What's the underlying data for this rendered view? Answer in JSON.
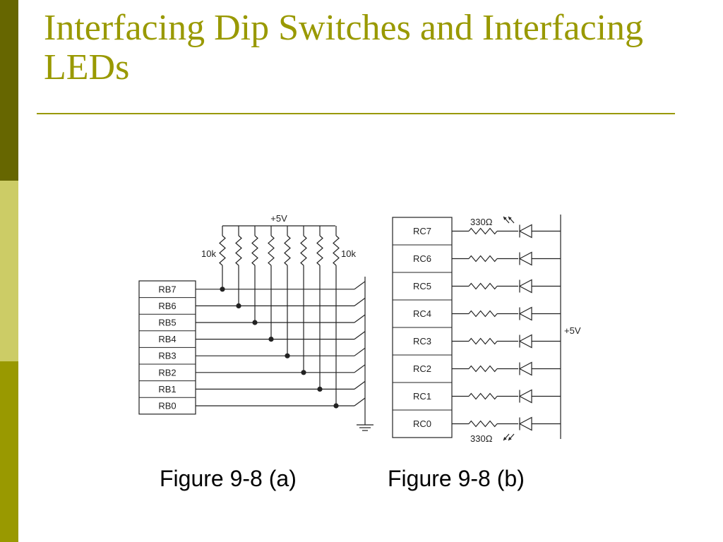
{
  "slide": {
    "title": "Interfacing Dip Switches and Interfacing LEDs",
    "accent_color": "#999900",
    "sidebar_colors": [
      "#666600",
      "#cccc66",
      "#999900"
    ]
  },
  "figure_a": {
    "supply_label": "+5V",
    "resistor_label_left": "10k",
    "resistor_label_right": "10k",
    "pins": [
      "RB7",
      "RB6",
      "RB5",
      "RB4",
      "RB3",
      "RB2",
      "RB1",
      "RB0"
    ],
    "caption": "Figure 9-8 (a)"
  },
  "figure_b": {
    "pins": [
      "RC7",
      "RC6",
      "RC5",
      "RC4",
      "RC3",
      "RC2",
      "RC1",
      "RC0"
    ],
    "resistor_label_top": "330Ω",
    "resistor_label_bottom": "330Ω",
    "supply_label": "+5V",
    "caption": "Figure 9-8 (b)"
  }
}
